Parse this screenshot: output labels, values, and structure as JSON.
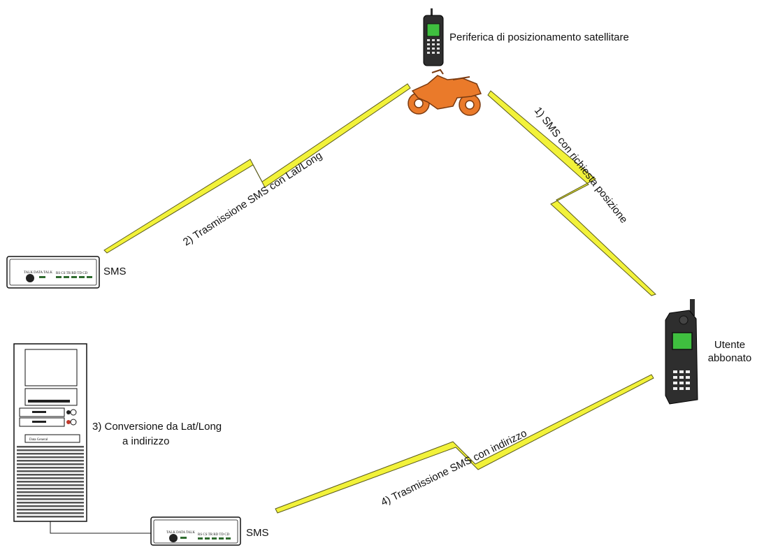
{
  "nodes": {
    "gps_device": {
      "label": "Periferica di posizionamento satellitare"
    },
    "user_phone": {
      "label_line1": "Utente",
      "label_line2": "abbonato"
    },
    "modem_top": {
      "label": "SMS",
      "panel_left": "TALK  DATA  TALK",
      "panel_right": "RS CS TR RD TD CD"
    },
    "modem_bottom": {
      "label": "SMS",
      "panel_left": "TALK  DATA  TALK",
      "panel_right": "RS CS TR RD TD CD"
    },
    "server": {
      "brand": "Data General",
      "label_line1": "3) Conversione da Lat/Long",
      "label_line2": "a indirizzo"
    }
  },
  "links": {
    "step1": {
      "label": "1) SMS con richiesta posizione"
    },
    "step2": {
      "label": "2) Trasmissione SMS con Lat/Long"
    },
    "step4": {
      "label": "4) Trasmissione SMS con indirizzo"
    }
  },
  "colors": {
    "lightning": "#f2f23a",
    "lightning_outline": "#5a5a1a",
    "motorcycle": "#ea7a2a",
    "device_dark": "#2e2e2e",
    "screen": "#3fbf3f"
  }
}
